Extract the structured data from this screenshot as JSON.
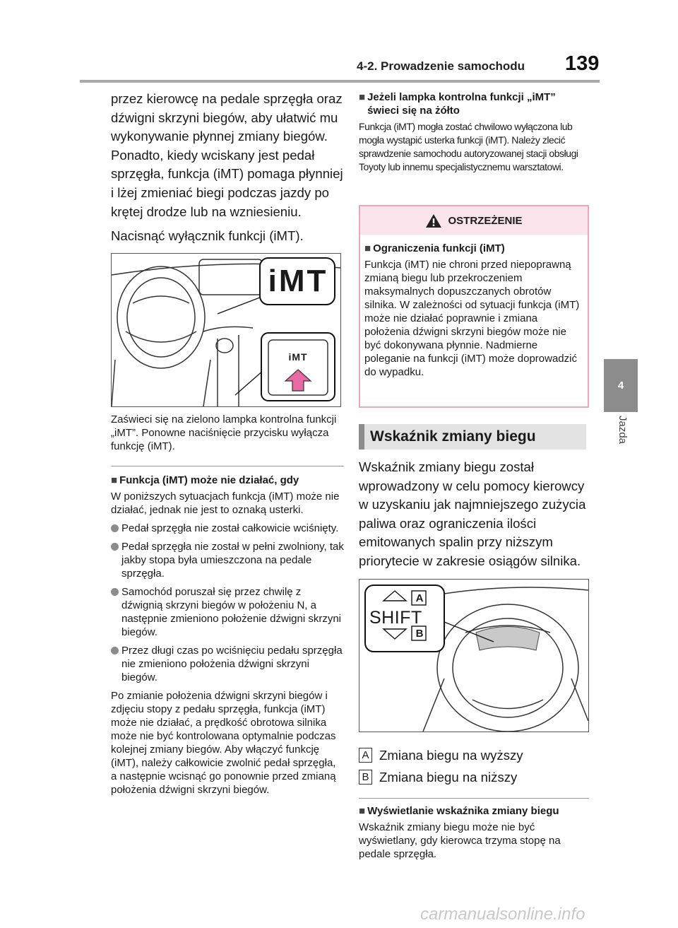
{
  "header": {
    "section": "4-2. Prowadzenie samochodu",
    "page_number": "139"
  },
  "side_tab": {
    "chapter_number": "4",
    "chapter_name": "Jazda"
  },
  "left": {
    "intro": "przez kierowcę na pedale sprzęgła oraz dźwigni skrzyni biegów, aby ułatwić mu wykonywanie płynnej zmiany biegów. Ponadto, kiedy wciskany jest pedał sprzęgła, funkcja (iMT) pomaga płynniej i lżej zmieniać biegi podczas jazdy po krętej drodze lub na wzniesieniu.",
    "press_switch": "Nacisnąć wyłącznik funkcji (iMT).",
    "figure1": {
      "callout_big": "iMT",
      "callout_small": "iMT"
    },
    "caption": "Zaświeci się na zielono lampka kontrolna funkcji „iMT”. Ponowne naciśnięcie przycisku wyłącza funkcję (iMT).",
    "sub1_title": "Funkcja (iMT) może nie działać, gdy",
    "sub1_text": "W poniższych sytuacjach funkcja (iMT) może nie działać, jednak nie jest to oznaką usterki.",
    "bullets": [
      "Pedał sprzęgła nie został całkowicie wciśnięty.",
      "Pedał sprzęgła nie został w pełni zwolniony, tak jakby stopa była umieszczona na pedale sprzęgła.",
      "Samochód poruszał się przez chwilę z dźwignią skrzyni biegów w położeniu N, a następnie zmieniono położenie dźwigni skrzyni biegów.",
      "Przez długi czas po wciśnięciu pedału sprzęgła nie zmieniono położenia dźwigni skrzyni biegów."
    ],
    "closing": "Po zmianie położenia dźwigni skrzyni biegów i zdjęciu stopy z pedału sprzęgła, funkcja (iMT) może nie działać, a prędkość obrotowa silnika może nie być kontrolowana optymalnie podczas kolejnej zmiany biegów. Aby włączyć funkcję (iMT), należy całkowicie zwolnić pedał sprzęgła, a następnie wcisnąć go ponownie przed zmianą położenia dźwigni skrzyni biegów."
  },
  "right": {
    "sub2_title": "Jeżeli lampka kontrolna funkcji „iMT” świeci się na żółto",
    "sub2_text": "Funkcja (iMT) mogła zostać chwilowo wyłączona lub mogła wystąpić usterka funkcji (iMT). Należy zlecić sprawdzenie samochodu autoryzowanej stacji obsługi Toyoty lub innemu specjalistycznemu warsztatowi.",
    "warning": {
      "title": "OSTRZEŻENIE",
      "sub_title": "Ograniczenia funkcji (iMT)",
      "text": "Funkcja (iMT) nie chroni przed niepoprawną zmianą biegu lub przekroczeniem maksymalnych dopuszczanych obrotów silnika. W zależności od sytuacji funkcja (iMT) może nie działać poprawnie i zmiana położenia dźwigni skrzyni biegów może nie być dokonywana płynnie. Nadmierne poleganie na funkcji (iMT) może doprowadzić do wypadku."
    },
    "section_title": "Wskaźnik zmiany biegu",
    "section_text": "Wskaźnik zmiany biegu został wprowadzony w celu pomocy kierowcy w uzyskaniu jak najmniejszego zużycia paliwa oraz ograniczenia ilości emitowanych spalin przy niższym priorytecie w zakresie osiągów silnika.",
    "figure2": {
      "shift_text": "SHIFT",
      "label_a": "A",
      "label_b": "B"
    },
    "legend": [
      {
        "key": "A",
        "text": "Zmiana biegu na wyższy"
      },
      {
        "key": "B",
        "text": "Zmiana biegu na niższy"
      }
    ],
    "sub3_title": "Wyświetlanie wskaźnika zmiany biegu",
    "sub3_text": "Wskaźnik zmiany biegu może nie być wyświetlany, gdy kierowca trzyma stopę na pedale sprzęgła."
  },
  "footer": {
    "watermark": "carmanualsonline.info"
  }
}
